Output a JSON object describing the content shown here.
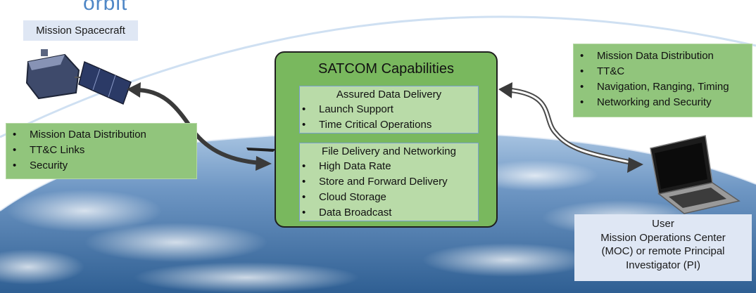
{
  "orbit_label": "orbit",
  "spacecraft_label": "Mission Spacecraft",
  "left_box": {
    "items": [
      "Mission Data Distribution",
      "TT&C Links",
      "Security"
    ]
  },
  "right_box": {
    "items": [
      "Mission Data Distribution",
      "TT&C",
      "Navigation, Ranging, Timing",
      "Networking and Security"
    ]
  },
  "satcom": {
    "title": "SATCOM Capabilities",
    "assured": {
      "title": "Assured Data Delivery",
      "items": [
        "Launch Support",
        "Time Critical Operations"
      ]
    },
    "file": {
      "title": "File Delivery and Networking",
      "items": [
        "High Data Rate",
        "Store and Forward Delivery",
        "Cloud Storage",
        "Data Broadcast"
      ]
    }
  },
  "user_box": {
    "lines": [
      "User",
      "Mission Operations Center",
      "(MOC) or remote Principal",
      "Investigator (PI)"
    ]
  },
  "colors": {
    "green_box": "#91c57c",
    "satcom_green": "#79b85e",
    "sub_green": "#b9dba8",
    "label_blue": "#dfe7f4",
    "orbit_blue": "#4f87c6",
    "earth_blue": "#3f74a8"
  }
}
